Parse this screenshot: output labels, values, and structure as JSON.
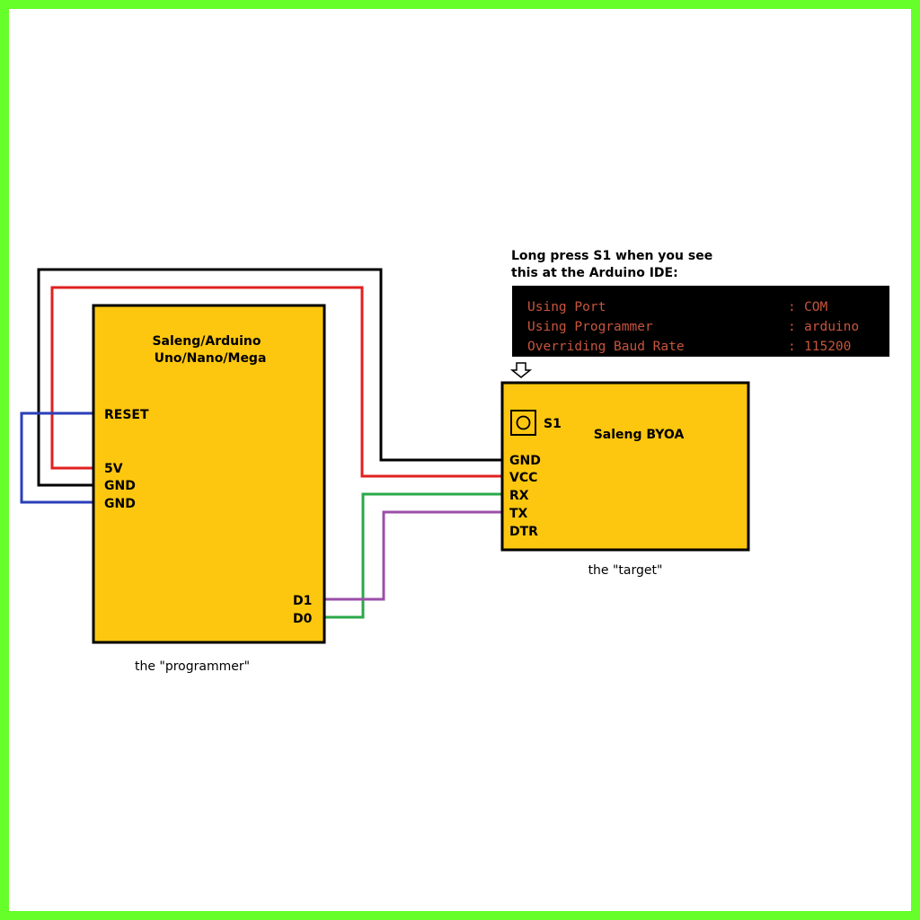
{
  "colors": {
    "border": "#66ff2a",
    "board_fill": "#fdc70f",
    "wire_black": "#000000",
    "wire_red": "#e02020",
    "wire_blue": "#2a3fb8",
    "wire_green": "#2aa84a",
    "wire_purple": "#9b4fa8",
    "terminal_bg": "#000000",
    "terminal_text": "#c8553d"
  },
  "programmer": {
    "title_line1": "Saleng/Arduino",
    "title_line2": "Uno/Nano/Mega",
    "pins": {
      "reset": "RESET",
      "v5": "5V",
      "gnd1": "GND",
      "gnd2": "GND",
      "d1": "D1",
      "d0": "D0"
    },
    "caption": "the \"programmer\""
  },
  "target": {
    "title": "Saleng BYOA",
    "switch_label": "S1",
    "pins": {
      "gnd": "GND",
      "vcc": "VCC",
      "rx": "RX",
      "tx": "TX",
      "dtr": "DTR"
    },
    "caption": "the \"target\""
  },
  "instruction": {
    "line1": "Long press S1 when you see",
    "line2": "this at the Arduino IDE:"
  },
  "terminal": {
    "rows": [
      {
        "key": "Using Port",
        "sep": ":",
        "value": "COM"
      },
      {
        "key": "Using Programmer",
        "sep": ":",
        "value": "arduino"
      },
      {
        "key": "Overriding Baud Rate",
        "sep": ":",
        "value": "115200"
      }
    ]
  },
  "icons": {
    "arrow": "down-arrow-icon",
    "switch": "push-button-icon"
  }
}
